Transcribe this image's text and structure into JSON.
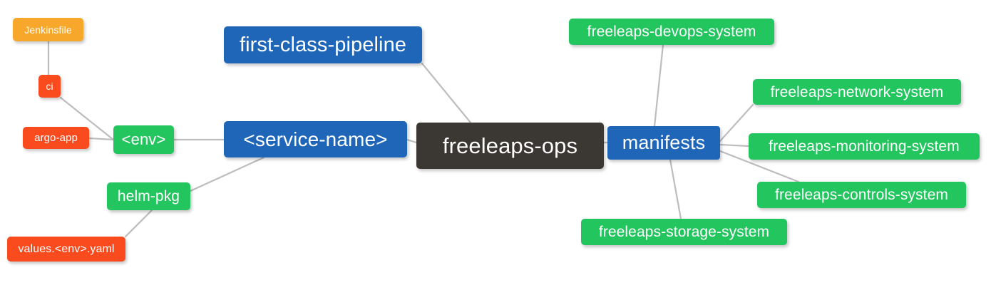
{
  "diagram": {
    "title": "freeleaps-ops repository structure mindmap",
    "type": "mindmap",
    "background": "#ffffff",
    "edge_color": "#bdbdbd",
    "palette": {
      "root": "#3b3733",
      "blue": "#1f66b8",
      "green": "#22c55e",
      "orange": "#f7a82a",
      "red": "#fa4b1e"
    },
    "nodes": {
      "root": "freeleaps-ops",
      "service_name": "<service-name>",
      "first_class_pipeline": "first-class-pipeline",
      "env": "<env>",
      "ci": "ci",
      "jenkinsfile": "Jenkinsfile",
      "argo_app": "argo-app",
      "helm_pkg": "helm-pkg",
      "values_yaml": "values.<env>.yaml",
      "manifests": "manifests",
      "devops_system": "freeleaps-devops-system",
      "network_system": "freeleaps-network-system",
      "monitoring_system": "freeleaps-monitoring-system",
      "controls_system": "freeleaps-controls-system",
      "storage_system": "freeleaps-storage-system"
    },
    "edges": [
      {
        "from": "jenkinsfile",
        "to": "ci"
      },
      {
        "from": "ci",
        "to": "env"
      },
      {
        "from": "argo_app",
        "to": "env"
      },
      {
        "from": "env",
        "to": "service_name"
      },
      {
        "from": "values_yaml",
        "to": "helm_pkg"
      },
      {
        "from": "helm_pkg",
        "to": "service_name"
      },
      {
        "from": "service_name",
        "to": "root"
      },
      {
        "from": "first_class_pipeline",
        "to": "root"
      },
      {
        "from": "root",
        "to": "manifests"
      },
      {
        "from": "manifests",
        "to": "devops_system"
      },
      {
        "from": "manifests",
        "to": "network_system"
      },
      {
        "from": "manifests",
        "to": "monitoring_system"
      },
      {
        "from": "manifests",
        "to": "controls_system"
      },
      {
        "from": "manifests",
        "to": "storage_system"
      }
    ]
  }
}
